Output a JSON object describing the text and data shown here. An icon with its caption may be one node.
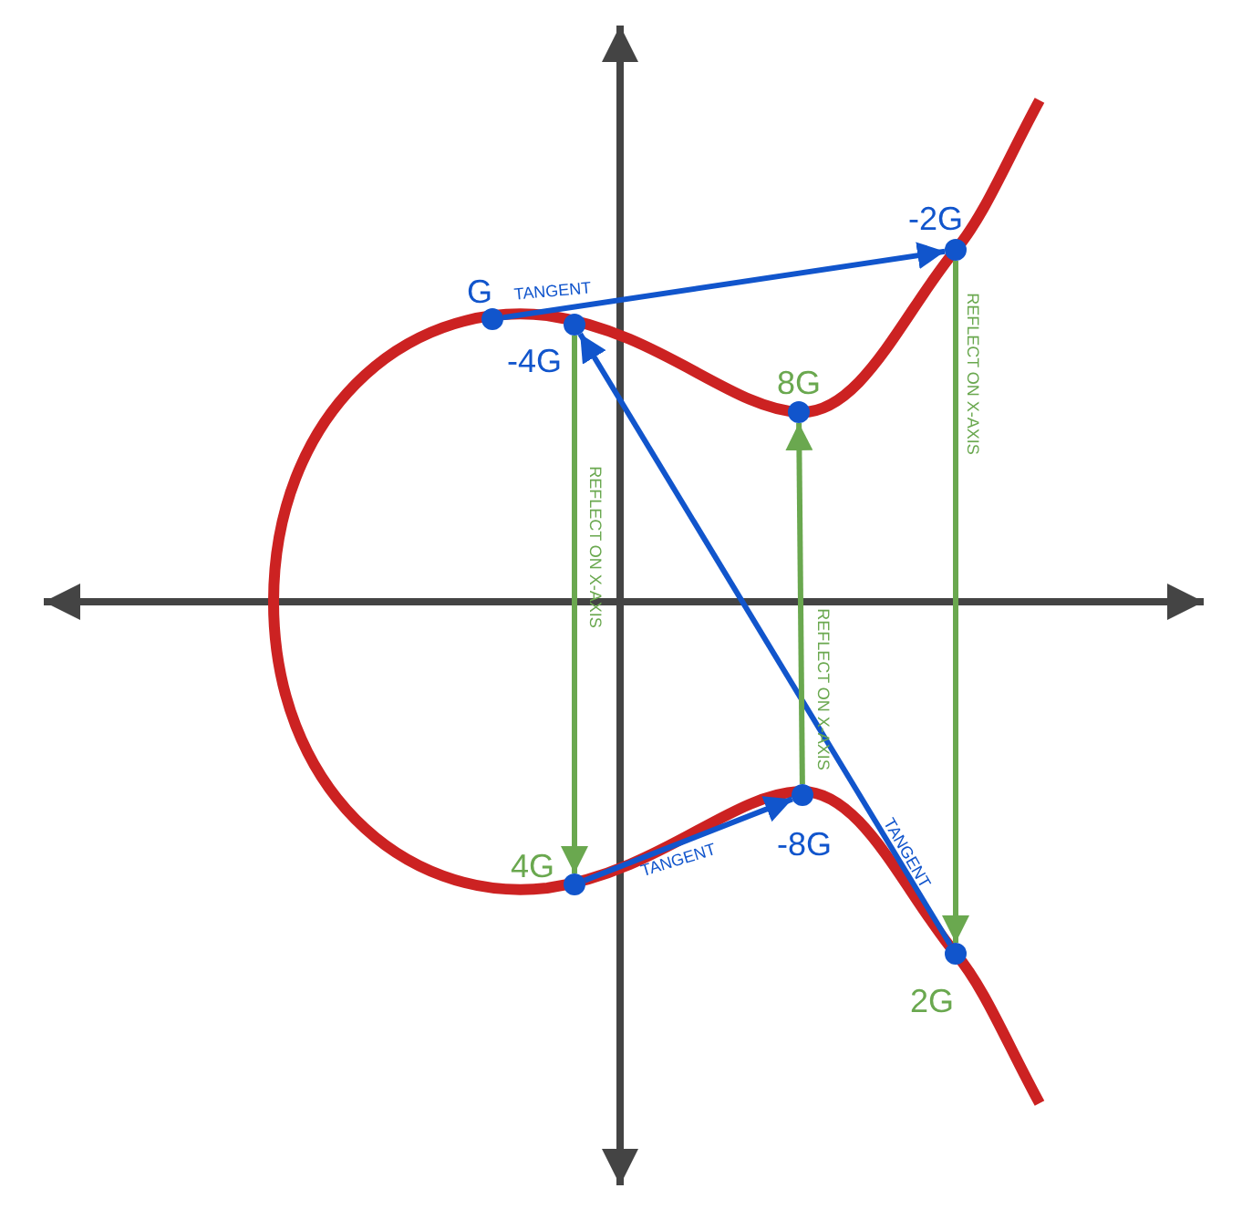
{
  "diagram": {
    "nodes": [
      {
        "text": [],
        "shape": "circle",
        "beside": [
          "-2G"
        ]
      },
      {
        "text": [],
        "shape": "circle",
        "beside": [
          "G"
        ]
      },
      {
        "text": [],
        "shape": "circle",
        "beside": [
          "-4G"
        ]
      },
      {
        "text": [],
        "shape": "circle",
        "beside": [
          "8G"
        ]
      },
      {
        "text": [],
        "shape": "circle",
        "beside": [
          "-8G"
        ]
      },
      {
        "text": [],
        "shape": "circle",
        "beside": [
          "4G"
        ]
      },
      {
        "text": [],
        "shape": "circle",
        "beside": [
          "2G"
        ]
      }
    ],
    "edges": [
      {
        "from": 1,
        "to": 0,
        "arrow": "to",
        "label": "TANGENT"
      },
      {
        "from": 0,
        "to": 6,
        "arrow": "to",
        "label": "REFLECT ON X-AXIS",
        "color": "#6aa84f"
      },
      {
        "from": 6,
        "to": 2,
        "arrow": "to",
        "label": "TANGENT"
      },
      {
        "from": 2,
        "to": 5,
        "arrow": "to",
        "label": "REFLECT ON X-AXIS",
        "color": "#6aa84f"
      },
      {
        "from": 5,
        "to": 4,
        "arrow": "to",
        "label": "TANGENT"
      },
      {
        "from": 4,
        "to": 3,
        "arrow": "to",
        "label": "REFLECT ON X-AXIS",
        "color": "#6aa84f"
      }
    ]
  }
}
